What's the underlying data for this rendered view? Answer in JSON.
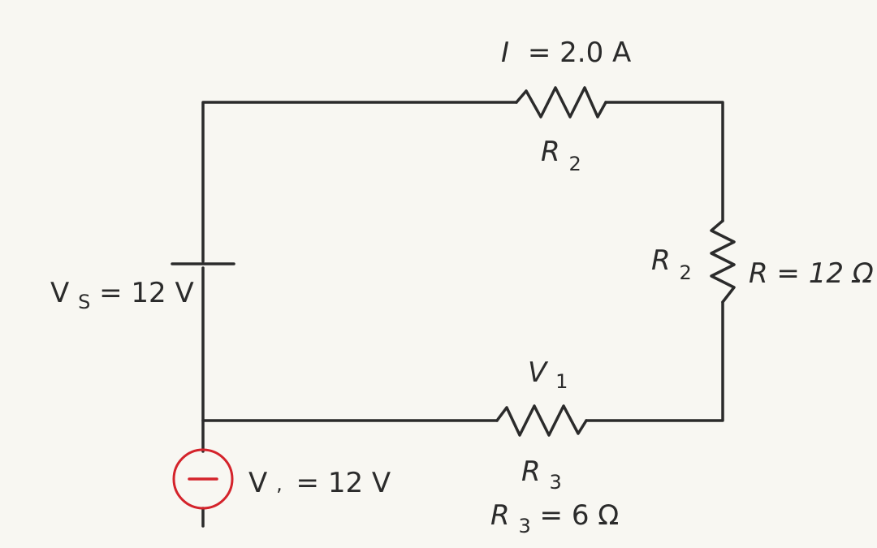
{
  "labels": {
    "current": {
      "symbol": "I",
      "value": "= 2.0 A"
    },
    "top_resistor": {
      "letter": "R",
      "sub": "2"
    },
    "right_resistor": {
      "letter": "R",
      "sub": "2"
    },
    "right_resistance": "R = 12 Ω",
    "battery": {
      "letter": "V",
      "sub": "S",
      "value": "= 12 V"
    },
    "bottom_voltage": {
      "letter": "V",
      "sub": "1"
    },
    "bottom_resistor": {
      "letter": "R",
      "sub": "3"
    },
    "bottom_resistance": {
      "letter": "R",
      "sub": "3",
      "value": "= 6 Ω"
    },
    "source": {
      "text": "V",
      "sub": ",",
      "value": "= 12 V"
    }
  },
  "colors": {
    "wire": "#2b2b2b",
    "source_accent": "#d4232b",
    "background": "#f8f7f2"
  }
}
